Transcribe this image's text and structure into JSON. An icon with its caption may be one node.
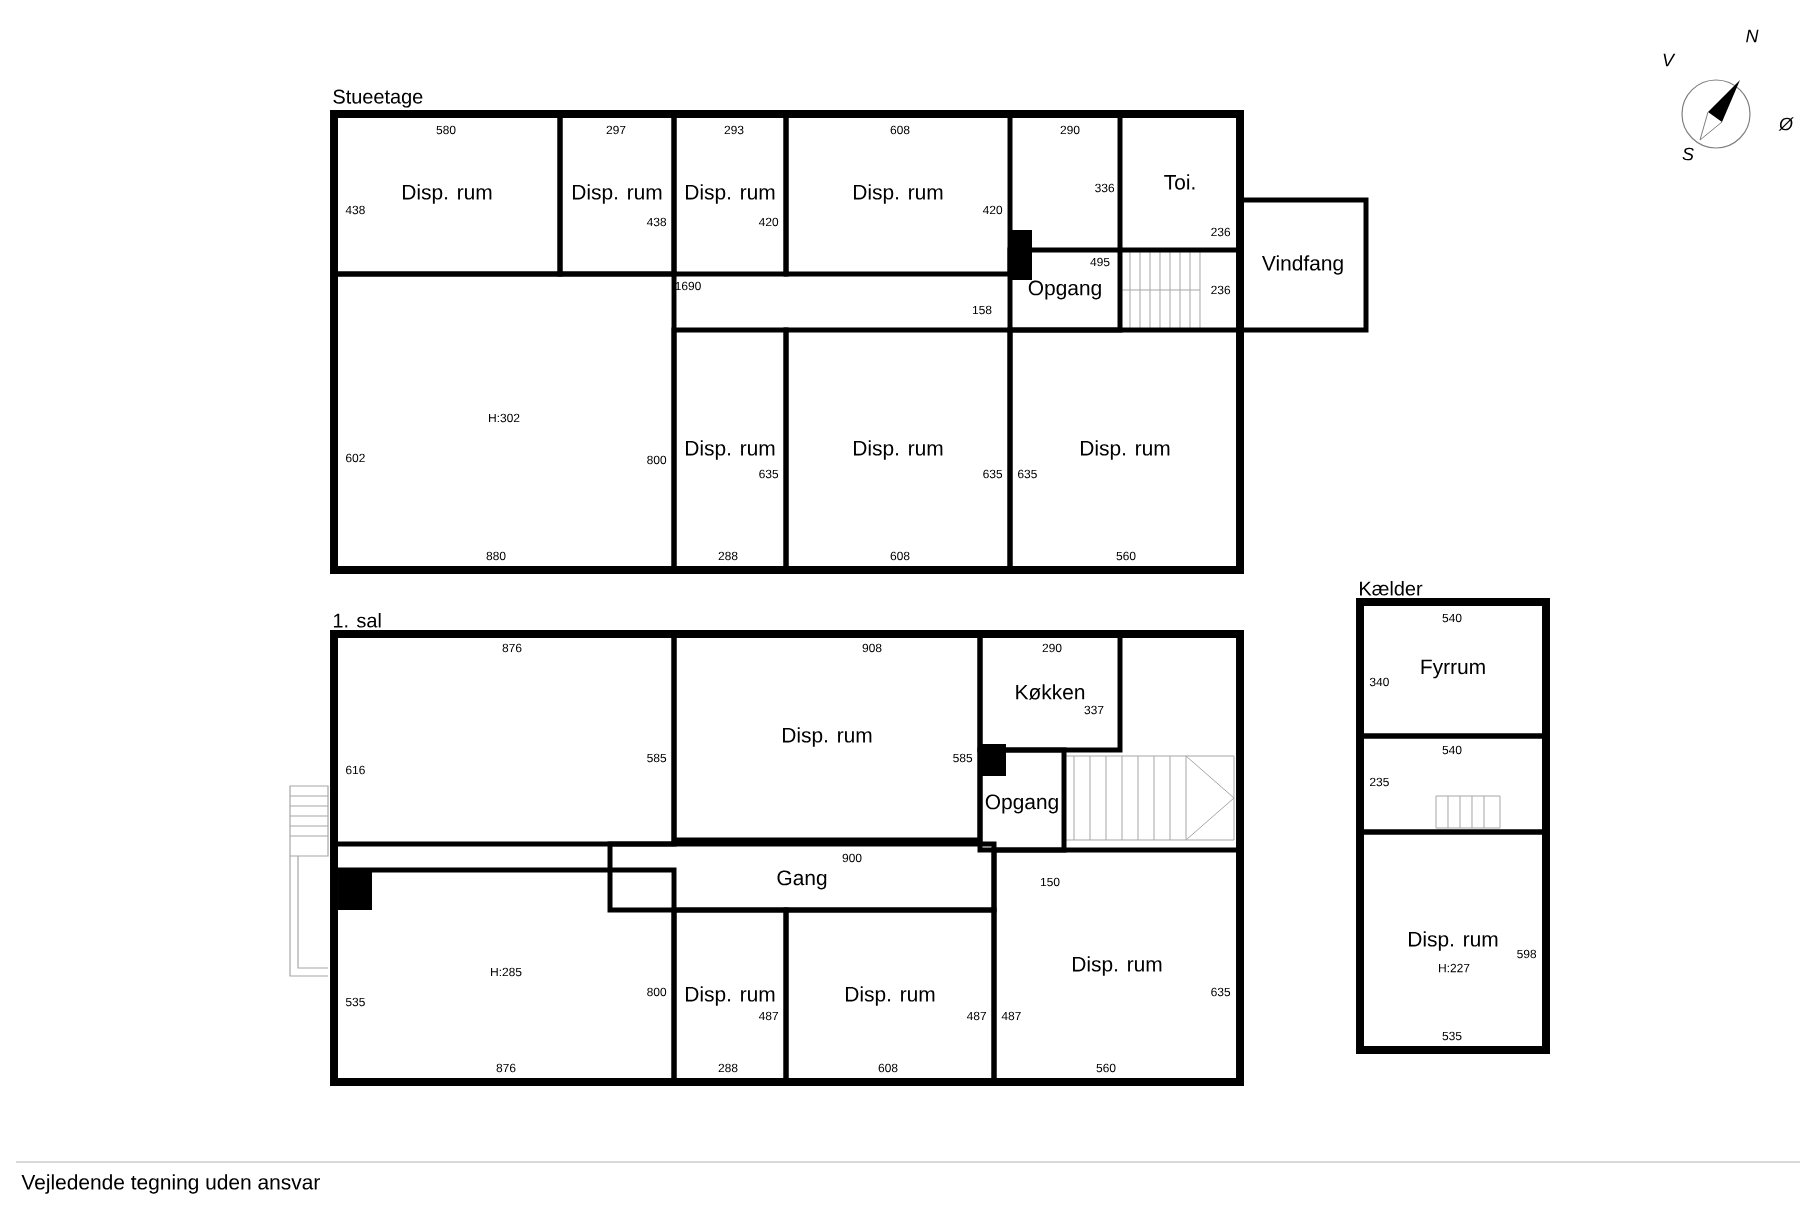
{
  "diagram": {
    "nodes": [
      {
        "text": [
          "Stueetage"
        ]
      },
      {
        "text": [
          "Disp. rum"
        ],
        "in": 0
      },
      {
        "text": [
          "Disp. rum"
        ],
        "in": 0
      },
      {
        "text": [
          "Disp. rum"
        ],
        "in": 0
      },
      {
        "text": [
          "Disp. rum"
        ],
        "in": 0
      },
      {
        "text": [
          "Toi."
        ],
        "in": 0
      },
      {
        "text": [
          "Opgang"
        ],
        "in": 0
      },
      {
        "text": [
          "Vindfang"
        ]
      },
      {
        "text": [],
        "shape": "box",
        "in": 0
      },
      {
        "text": [
          "Disp. rum"
        ],
        "in": 0
      },
      {
        "text": [
          "Disp. rum"
        ],
        "in": 0
      },
      {
        "text": [
          "Disp. rum"
        ],
        "in": 0
      },
      {
        "text": [
          "1. sal"
        ]
      },
      {
        "text": [],
        "shape": "box",
        "in": 12
      },
      {
        "text": [
          "Disp. rum"
        ],
        "in": 12
      },
      {
        "text": [
          "Køkken"
        ],
        "in": 12
      },
      {
        "text": [
          "Opgang"
        ],
        "in": 12
      },
      {
        "text": [
          "Gang"
        ],
        "in": 12
      },
      {
        "text": [],
        "shape": "box",
        "in": 12
      },
      {
        "text": [
          "Disp. rum"
        ],
        "in": 12
      },
      {
        "text": [
          "Disp. rum"
        ],
        "in": 12
      },
      {
        "text": [
          "Disp. rum"
        ],
        "in": 12
      },
      {
        "text": [
          "Kælder"
        ]
      },
      {
        "text": [
          "Fyrrum"
        ],
        "in": 22
      },
      {
        "text": [],
        "shape": "box",
        "in": 22
      },
      {
        "text": [
          "Disp. rum"
        ],
        "in": 22
      }
    ],
    "labels": [
      "580",
      "297",
      "293",
      "608",
      "290",
      "438",
      "438",
      "420",
      "420",
      "336",
      "236",
      "495",
      "1690",
      "158",
      "236",
      "H:302",
      "602",
      "800",
      "635",
      "635",
      "635",
      "880",
      "288",
      "608",
      "560",
      "876",
      "908",
      "290",
      "616",
      "585",
      "585",
      "337",
      "900",
      "150",
      "H:285",
      "535",
      "800",
      "487",
      "487",
      "487",
      "635",
      "876",
      "288",
      "608",
      "560",
      "540",
      "340",
      "540",
      "235",
      "H:227",
      "598",
      "535",
      "V",
      "N",
      "Ø",
      "S",
      "Vejledende tegning uden ansvar"
    ]
  }
}
